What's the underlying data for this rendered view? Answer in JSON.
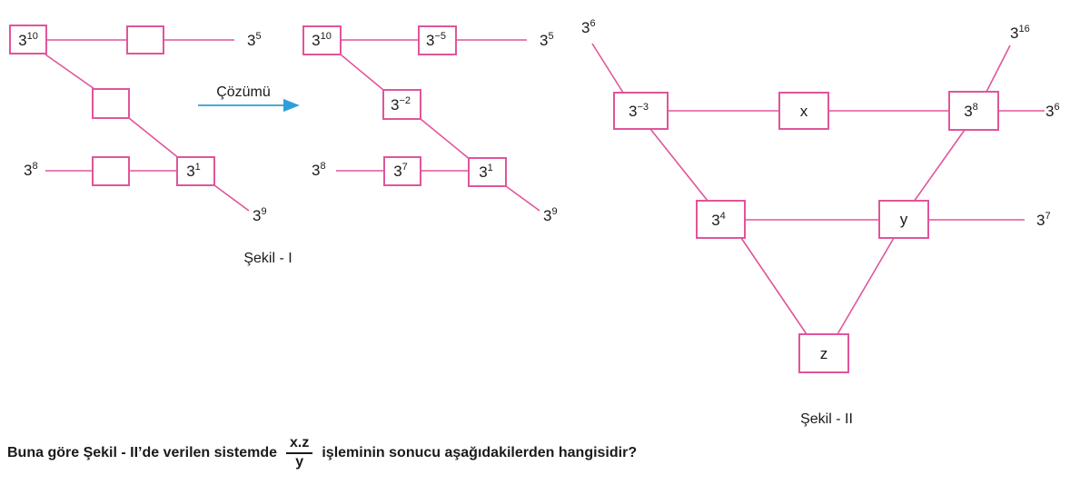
{
  "figure1": {
    "caption": "Şekil - I",
    "arrow_label": "Çözümü",
    "problem": {
      "top_left": {
        "base": "3",
        "exp": "10"
      },
      "top_right": {
        "base": "3",
        "exp": "5"
      },
      "left_bottom": {
        "base": "3",
        "exp": "8"
      },
      "node_right": {
        "base": "3",
        "exp": "1"
      },
      "end_bottom": {
        "base": "3",
        "exp": "9"
      }
    },
    "solution": {
      "top_left": {
        "base": "3",
        "exp": "10"
      },
      "top_mid": {
        "base": "3",
        "exp": "−5"
      },
      "top_right": {
        "base": "3",
        "exp": "5"
      },
      "mid": {
        "base": "3",
        "exp": "−2"
      },
      "left_bottom": {
        "base": "3",
        "exp": "8"
      },
      "bottom_mid": {
        "base": "3",
        "exp": "7"
      },
      "node_right": {
        "base": "3",
        "exp": "1"
      },
      "end_bottom": {
        "base": "3",
        "exp": "9"
      }
    }
  },
  "figure2": {
    "caption": "Şekil - II",
    "end_top_left": {
      "base": "3",
      "exp": "6"
    },
    "box_left": {
      "base": "3",
      "exp": "−3"
    },
    "box_x": "x",
    "box_right": {
      "base": "3",
      "exp": "8"
    },
    "end_right": {
      "base": "3",
      "exp": "6"
    },
    "end_top_right": {
      "base": "3",
      "exp": "16"
    },
    "box_mid_left": {
      "base": "3",
      "exp": "4"
    },
    "box_y": "y",
    "end_mid_right": {
      "base": "3",
      "exp": "7"
    },
    "box_z": "z"
  },
  "question": {
    "before": "Buna göre Şekil - II’de verilen sistemde",
    "numerator": "x.z",
    "denominator": "y",
    "after": "işleminin sonucu aşağıdakilerden hangisidir?"
  },
  "colors": {
    "line": "#e0559a",
    "arrow": "#2e9fd8",
    "text": "#1a1a1a"
  }
}
